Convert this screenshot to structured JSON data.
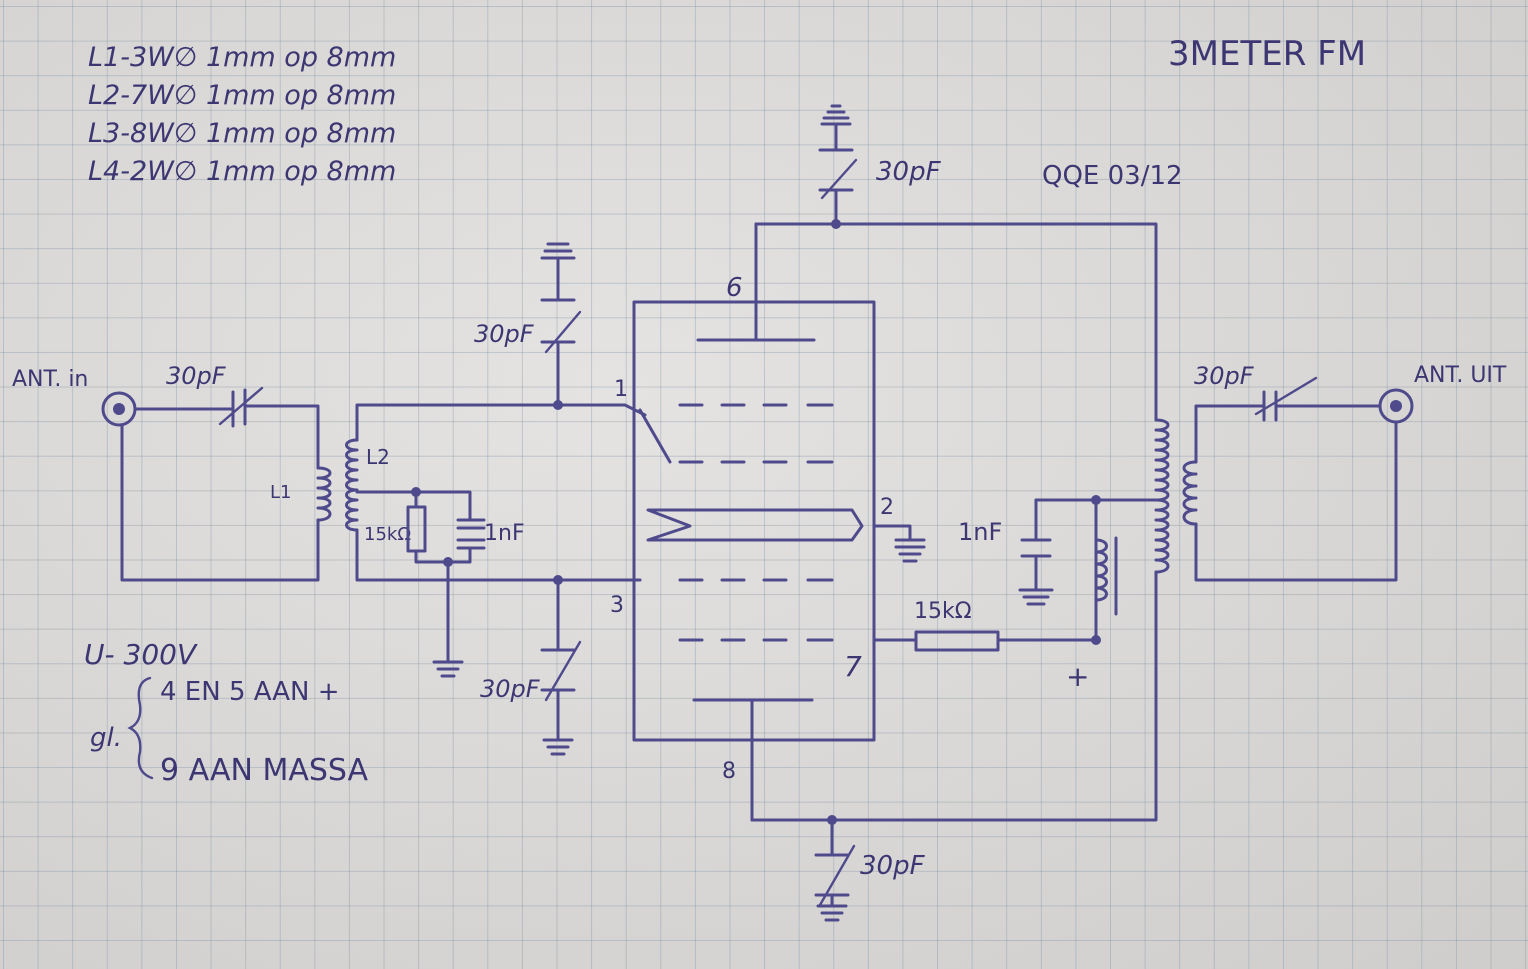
{
  "title": "3METER FM",
  "tube": "QQE 03/12",
  "coil_specs": [
    "L1-3W∅ 1mm op 8mm",
    "L2-7W∅ 1mm op 8mm",
    "L3-8W∅ 1mm op 8mm",
    "L4-2W∅ 1mm op 8mm"
  ],
  "antenna": {
    "input": "ANT. in",
    "output": "ANT. UIT"
  },
  "components": {
    "c_in": "30pF",
    "c_grid1": "30pF",
    "c_grid3": "30pF",
    "c_top": "30pF",
    "c_bottom": "30pF",
    "c_out": "30pF",
    "r_grid": "15kΩ",
    "c_grid": "1nF",
    "c_screen": "1nF",
    "c_supply": "",
    "r_screen": "15kΩ",
    "l1": "L1",
    "l2": "L2"
  },
  "pins": {
    "p1": "1",
    "p2": "2",
    "p3": "3",
    "p6": "6",
    "p7": "7",
    "p8": "8"
  },
  "supply": {
    "voltage": "U- 300V",
    "plus": "+",
    "heater_label": "gl.",
    "heater_pin_plus": "4 EN 5 AAN +",
    "heater_pin_ground": "9 AAN MASSA"
  },
  "colors": {
    "ink": "#4f4a8c",
    "paper": "#dcdad8",
    "grid": "#8c9bb0"
  }
}
